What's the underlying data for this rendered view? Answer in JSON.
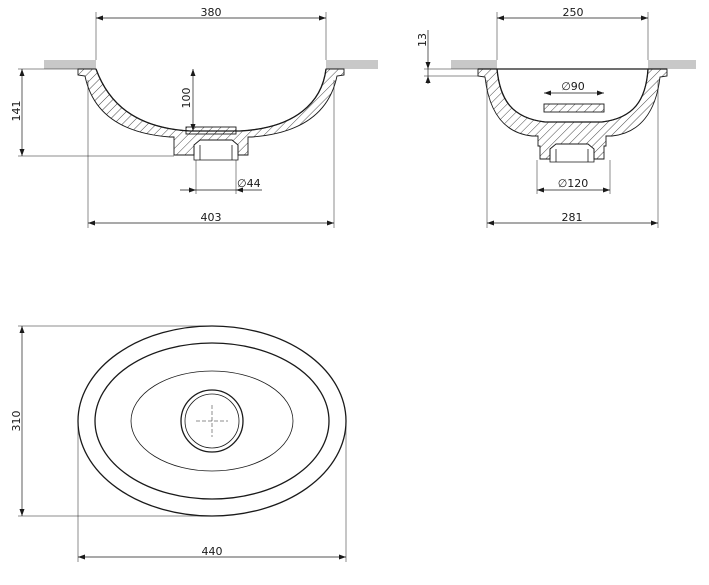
{
  "front_view": {
    "top_width": "380",
    "inner_depth": "100",
    "total_height": "141",
    "drain_diameter": "∅44",
    "outer_width": "403"
  },
  "side_view": {
    "top_width": "250",
    "rim_thickness": "13",
    "strainer_diameter": "∅90",
    "base_diameter": "∅120",
    "outer_width": "281"
  },
  "top_view": {
    "width": "440",
    "depth": "310"
  },
  "colors": {
    "line": "#1a1a1a",
    "countertop": "#c8c8c8",
    "background": "#ffffff"
  }
}
